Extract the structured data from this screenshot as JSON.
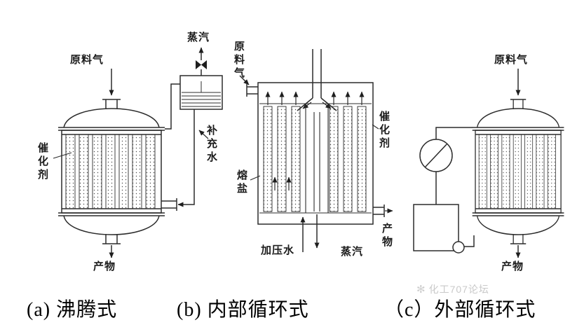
{
  "figure": {
    "colors": {
      "line": "#2c2c2c",
      "text": "#1c1c1c",
      "watermark": "#c9c9c9",
      "background": "#ffffff"
    },
    "watermark": "化工707论坛",
    "caption": {
      "a": "(a) 沸腾式",
      "b": "(b) 内部循环式",
      "c": "（c）外部循环式"
    },
    "diagrams": {
      "a": {
        "name": "沸腾式",
        "labels": {
          "feed_gas": "原料气",
          "steam": "蒸汽",
          "makeup_water": "补充水",
          "catalyst": "催化剂",
          "product": "产物"
        }
      },
      "b": {
        "name": "内部循环式",
        "labels": {
          "feed_gas": "原料气",
          "catalyst": "催化剂",
          "molten_salt": "熔盐",
          "pressurized_water": "加压水",
          "steam": "蒸汽",
          "product": "产物"
        }
      },
      "c": {
        "name": "外部循环式",
        "labels": {
          "feed_gas": "原料气",
          "product": "产物"
        }
      }
    }
  }
}
